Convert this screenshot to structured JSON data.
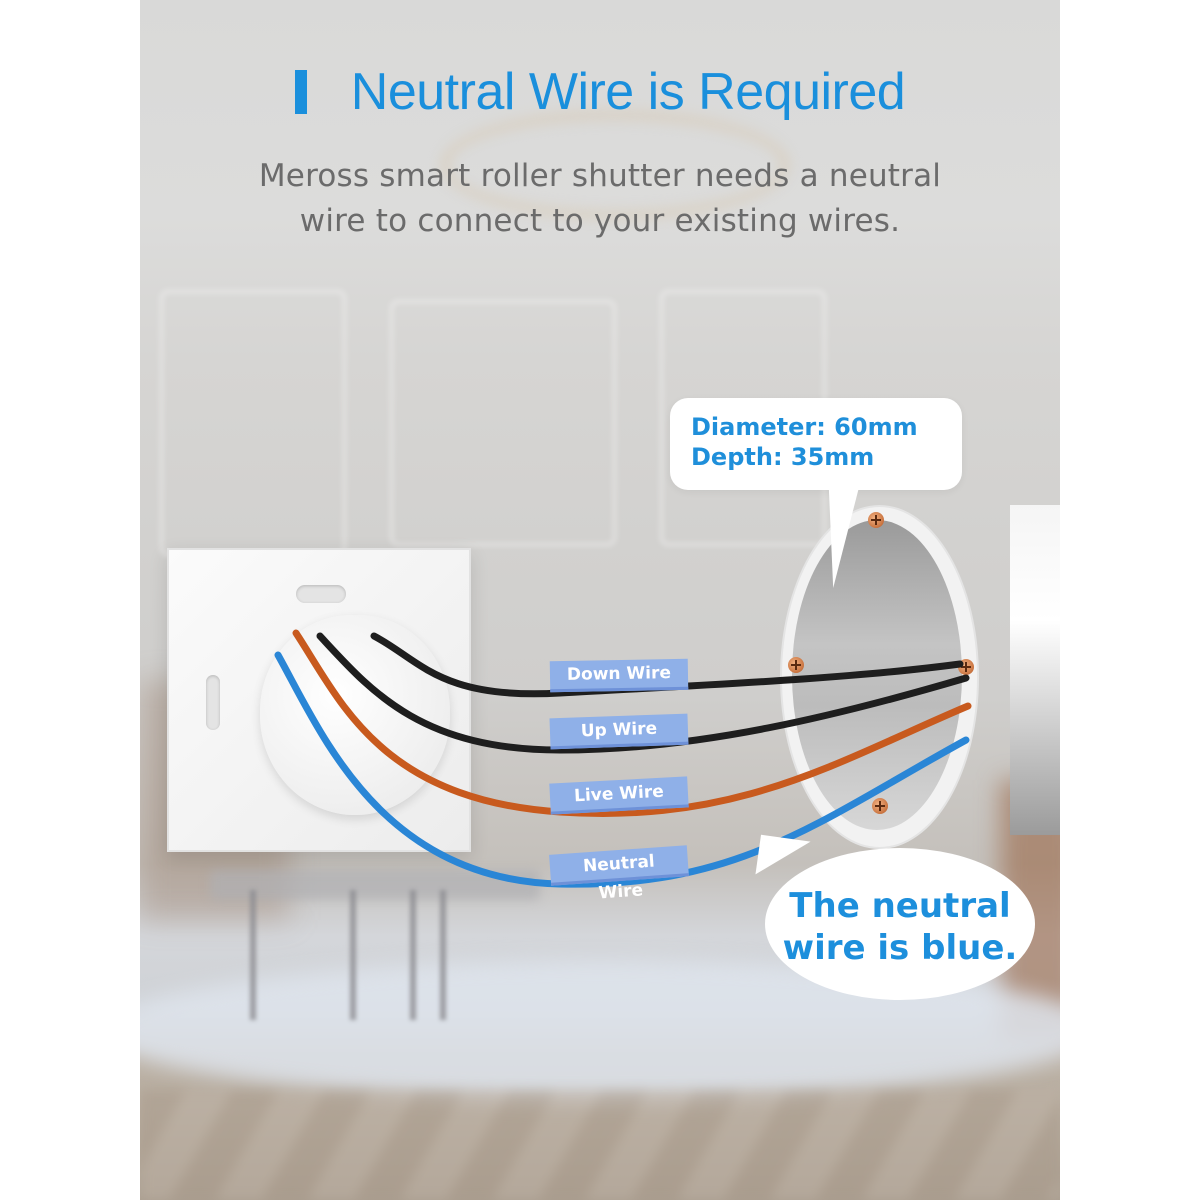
{
  "header": {
    "title": "Neutral Wire is Required",
    "subtitle_line1": "Meross smart roller shutter needs a neutral",
    "subtitle_line2": "wire to connect to your existing wires."
  },
  "wire_labels": [
    {
      "label": "Down Wire",
      "wire_color": "#1e1e1e"
    },
    {
      "label": "Up Wire",
      "wire_color": "#1e1e1e"
    },
    {
      "label": "Live Wire",
      "wire_color": "#c85a1e"
    },
    {
      "label": "Neutral Wire",
      "wire_color": "#2a86d6"
    }
  ],
  "callouts": {
    "dimensions_line1": "Diameter: 60mm",
    "dimensions_line2": "Depth: 35mm",
    "neutral_line1": "The neutral",
    "neutral_line2": "wire is blue."
  },
  "colors": {
    "accent_blue": "#1a8fdc",
    "subtitle_gray": "#6b6b6b",
    "label_bg": "#8fb0e8"
  }
}
